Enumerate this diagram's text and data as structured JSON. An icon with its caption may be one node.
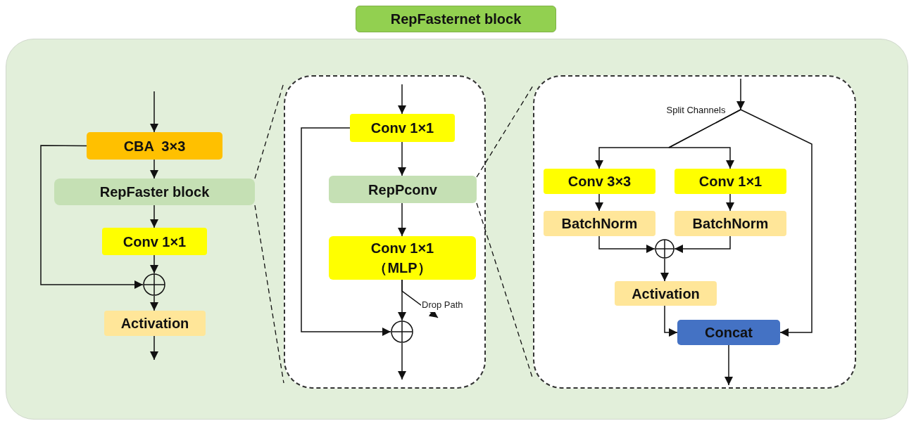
{
  "diagram": {
    "title": "RepFasternet block",
    "nodes": [
      {
        "text": [],
        "shape": "box"
      },
      {
        "text": [
          "CBA  3×3"
        ],
        "in": 0
      },
      {
        "text": [
          "RepFaster block"
        ],
        "in": 0
      },
      {
        "text": [
          "Conv 1×1"
        ],
        "in": 0
      },
      {
        "text": [],
        "shape": "circle",
        "in": 0
      },
      {
        "text": [
          "Activation"
        ],
        "in": 0
      },
      {
        "text": [],
        "shape": "box",
        "in": 0
      },
      {
        "text": [
          "Conv 1×1"
        ],
        "in": 6
      },
      {
        "text": [
          "RepPconv"
        ],
        "in": 6
      },
      {
        "text": [
          "Conv 1×1 （MLP）"
        ],
        "in": 6
      },
      {
        "text": [],
        "shape": "circle",
        "in": 6
      },
      {
        "text": [],
        "shape": "box",
        "in": 0
      },
      {
        "text": [
          "Split Channels"
        ],
        "in": 11
      },
      {
        "text": [
          "Conv 3×3"
        ],
        "in": 11
      },
      {
        "text": [
          "Conv 1×1"
        ],
        "in": 11
      },
      {
        "text": [
          "BatchNorm"
        ],
        "in": 11
      },
      {
        "text": [
          "BatchNorm"
        ],
        "in": 11
      },
      {
        "text": [],
        "shape": "circle",
        "in": 11
      },
      {
        "text": [
          "Activation"
        ],
        "in": 11
      },
      {
        "text": [
          "Concat"
        ],
        "in": 11
      }
    ],
    "edges": [
      {
        "from": null,
        "to": 1,
        "arrow": "to"
      },
      {
        "from": 1,
        "to": 2,
        "arrow": "to"
      },
      {
        "from": 2,
        "to": 3,
        "arrow": "to"
      },
      {
        "from": 3,
        "to": 4,
        "arrow": "to"
      },
      {
        "from": 1,
        "to": 4,
        "arrow": "to"
      },
      {
        "from": 4,
        "to": 5,
        "arrow": "to"
      },
      {
        "from": 5,
        "to": null,
        "arrow": "to"
      },
      {
        "from": 2,
        "to": 6,
        "arrow": "none",
        "style": "dashed"
      },
      {
        "from": 2,
        "to": 6,
        "arrow": "none",
        "style": "dashed"
      },
      {
        "from": null,
        "to": 7,
        "arrow": "to"
      },
      {
        "from": 7,
        "to": 8,
        "arrow": "to"
      },
      {
        "from": 8,
        "to": 9,
        "arrow": "to"
      },
      {
        "from": 9,
        "to": 10,
        "arrow": "to"
      },
      {
        "from": 7,
        "to": 10,
        "arrow": "to"
      },
      {
        "from": 10,
        "to": null,
        "arrow": "to"
      },
      {
        "from": 9,
        "to": null,
        "arrow": "to",
        "label": "Drop Path"
      },
      {
        "from": 8,
        "to": 11,
        "arrow": "none",
        "style": "dashed"
      },
      {
        "from": 8,
        "to": 11,
        "arrow": "none",
        "style": "dashed"
      },
      {
        "from": null,
        "to": 12,
        "arrow": "to"
      },
      {
        "from": 12,
        "to": 13,
        "arrow": "to"
      },
      {
        "from": 12,
        "to": 14,
        "arrow": "to"
      },
      {
        "from": 12,
        "to": 19,
        "arrow": "to"
      },
      {
        "from": 13,
        "to": 15,
        "arrow": "to"
      },
      {
        "from": 14,
        "to": 16,
        "arrow": "to"
      },
      {
        "from": 15,
        "to": 17,
        "arrow": "to"
      },
      {
        "from": 16,
        "to": 17,
        "arrow": "to"
      },
      {
        "from": 17,
        "to": 18,
        "arrow": "to"
      },
      {
        "from": 18,
        "to": 19,
        "arrow": "to"
      },
      {
        "from": 19,
        "to": null,
        "arrow": "to"
      }
    ]
  }
}
